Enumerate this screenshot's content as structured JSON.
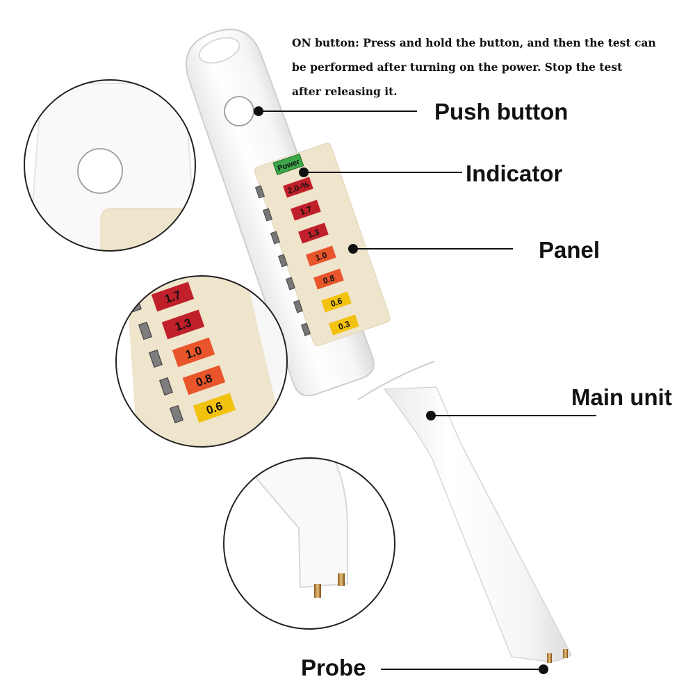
{
  "note": {
    "lines": [
      "ON button: Press and hold the button, and then the test can",
      "be performed after turning on the power. Stop the test",
      "after releasing it."
    ]
  },
  "callouts": {
    "push_button": "Push button",
    "indicator": "Indicator",
    "panel": "Panel",
    "main_unit": "Main unit",
    "probe": "Probe"
  },
  "device": {
    "power_label": "Power",
    "levels": [
      "2.0-%",
      "1.7",
      "1.3",
      "1.0",
      "0.8",
      "0.6",
      "0.3"
    ],
    "level_colors": [
      "#c0202a",
      "#c0202a",
      "#c0202a",
      "#e8552b",
      "#e8552b",
      "#f2c20f",
      "#f2c20f"
    ],
    "power_color": "#3ca84a",
    "panel_color": "#efe4cc"
  },
  "zoom_panel": {
    "levels": [
      "1.7",
      "1.3",
      "1.0",
      "0.8",
      "0.6"
    ],
    "level_colors": [
      "#c0202a",
      "#c0202a",
      "#e8552b",
      "#e8552b",
      "#f2c20f"
    ]
  }
}
